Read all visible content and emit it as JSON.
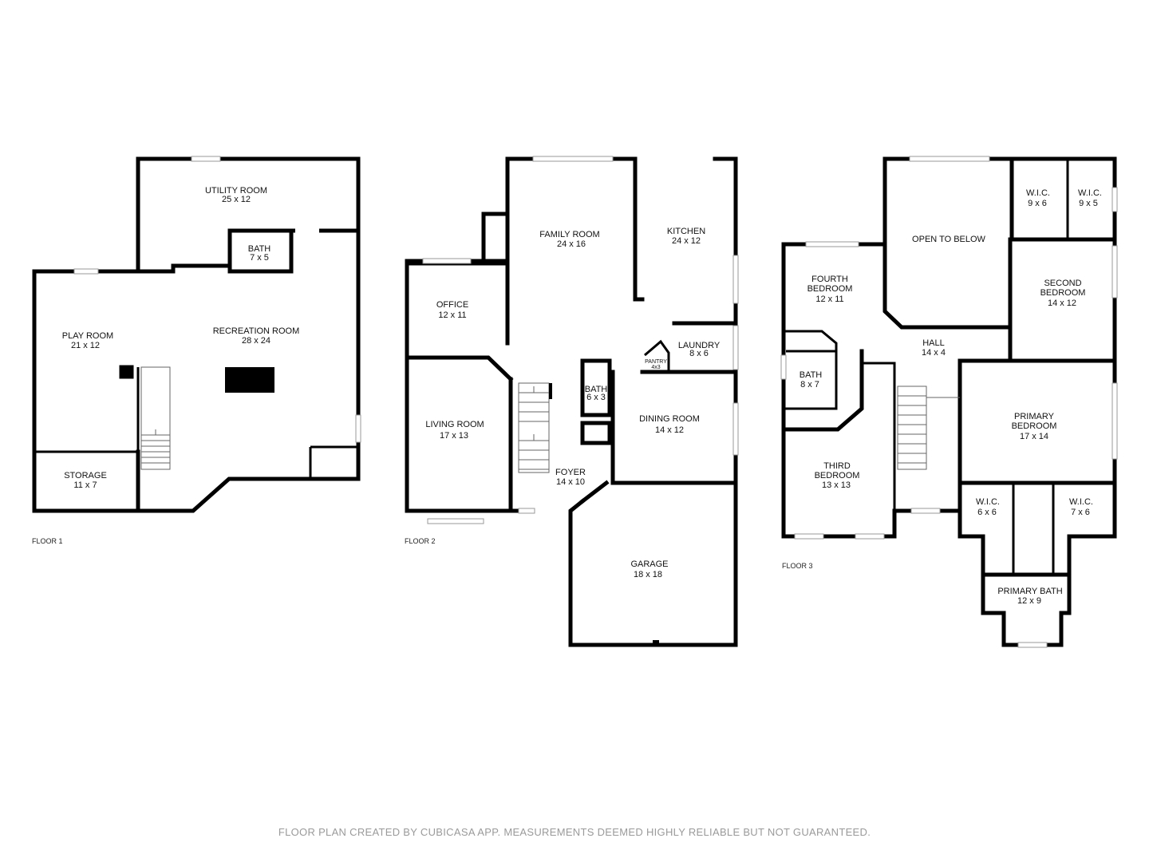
{
  "floors": [
    {
      "label": "FLOOR 1",
      "rooms": [
        {
          "name": "UTILITY ROOM",
          "dim": "25 x 12"
        },
        {
          "name": "BATH",
          "dim": "7 x 5"
        },
        {
          "name": "PLAY ROOM",
          "dim": "21 x 12"
        },
        {
          "name": "RECREATION ROOM",
          "dim": "28 x 24"
        },
        {
          "name": "STORAGE",
          "dim": "11 x 7"
        }
      ]
    },
    {
      "label": "FLOOR 2",
      "rooms": [
        {
          "name": "FAMILY ROOM",
          "dim": "24 x 16"
        },
        {
          "name": "KITCHEN",
          "dim": "24 x 12"
        },
        {
          "name": "OFFICE",
          "dim": "12 x 11"
        },
        {
          "name": "LAUNDRY",
          "dim": "8 x 6"
        },
        {
          "name": "PANTRY",
          "dim": "4x3"
        },
        {
          "name": "BATH",
          "dim": "6 x 3"
        },
        {
          "name": "LIVING ROOM",
          "dim": "17 x 13"
        },
        {
          "name": "DINING ROOM",
          "dim": "14 x 12"
        },
        {
          "name": "FOYER",
          "dim": "14 x 10"
        },
        {
          "name": "GARAGE",
          "dim": "18 x 18"
        }
      ]
    },
    {
      "label": "FLOOR 3",
      "rooms": [
        {
          "name": "W.I.C.",
          "dim": "9 x 6"
        },
        {
          "name": "W.I.C.",
          "dim": "9 x 5"
        },
        {
          "name": "OPEN TO BELOW",
          "dim": ""
        },
        {
          "name": "FOURTH",
          "name2": "BEDROOM",
          "dim": "12 x 11"
        },
        {
          "name": "SECOND",
          "name2": "BEDROOM",
          "dim": "14 x 12"
        },
        {
          "name": "HALL",
          "dim": "14 x 4"
        },
        {
          "name": "BATH",
          "dim": "8 x 7"
        },
        {
          "name": "PRIMARY",
          "name2": "BEDROOM",
          "dim": "17 x 14"
        },
        {
          "name": "THIRD",
          "name2": "BEDROOM",
          "dim": "13 x 13"
        },
        {
          "name": "W.I.C.",
          "dim": "6 x 6"
        },
        {
          "name": "W.I.C.",
          "dim": "7 x 6"
        },
        {
          "name": "PRIMARY BATH",
          "dim": "12 x 9"
        }
      ]
    }
  ],
  "footer": "FLOOR PLAN CREATED BY CUBICASA APP. MEASUREMENTS DEEMED HIGHLY RELIABLE BUT NOT GUARANTEED."
}
